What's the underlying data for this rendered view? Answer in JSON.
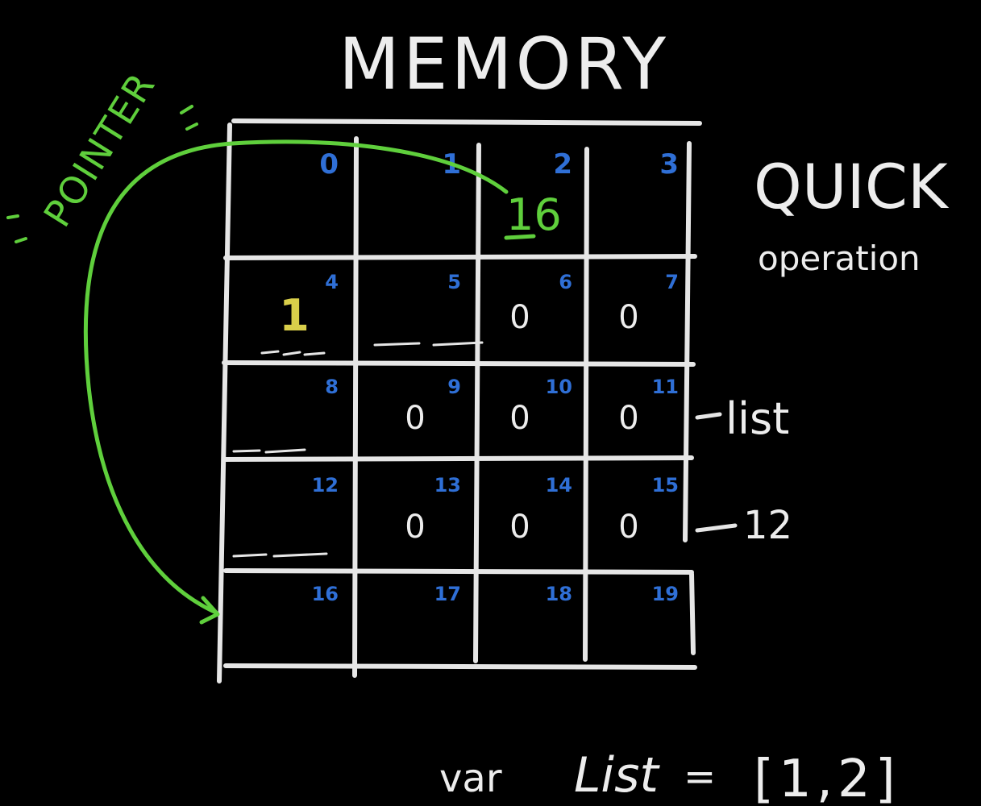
{
  "title": "MEMORY",
  "pointer_label": "POINTER",
  "pointer_target_value": "16",
  "cell_indices": [
    "0",
    "1",
    "2",
    "3",
    "4",
    "5",
    "6",
    "7",
    "8",
    "9",
    "10",
    "11",
    "12",
    "13",
    "14",
    "15",
    "16",
    "17",
    "18",
    "19"
  ],
  "cell_values": {
    "4": "1",
    "6": "0",
    "7": "0",
    "9": "0",
    "10": "0",
    "11": "0",
    "13": "0",
    "14": "0",
    "15": "0"
  },
  "side_title": "QUICK",
  "side_subtitle": "operation",
  "list_marker": "list",
  "list_length": "12",
  "code_line": {
    "keyword": "var",
    "name": "List",
    "op": "=",
    "value": "[1,2]"
  },
  "colors": {
    "chalk": "#e6e6e6",
    "index_blue": "#2f6fd6",
    "pointer_green": "#5fcf3c",
    "value_yellow": "#d9cf4a"
  }
}
